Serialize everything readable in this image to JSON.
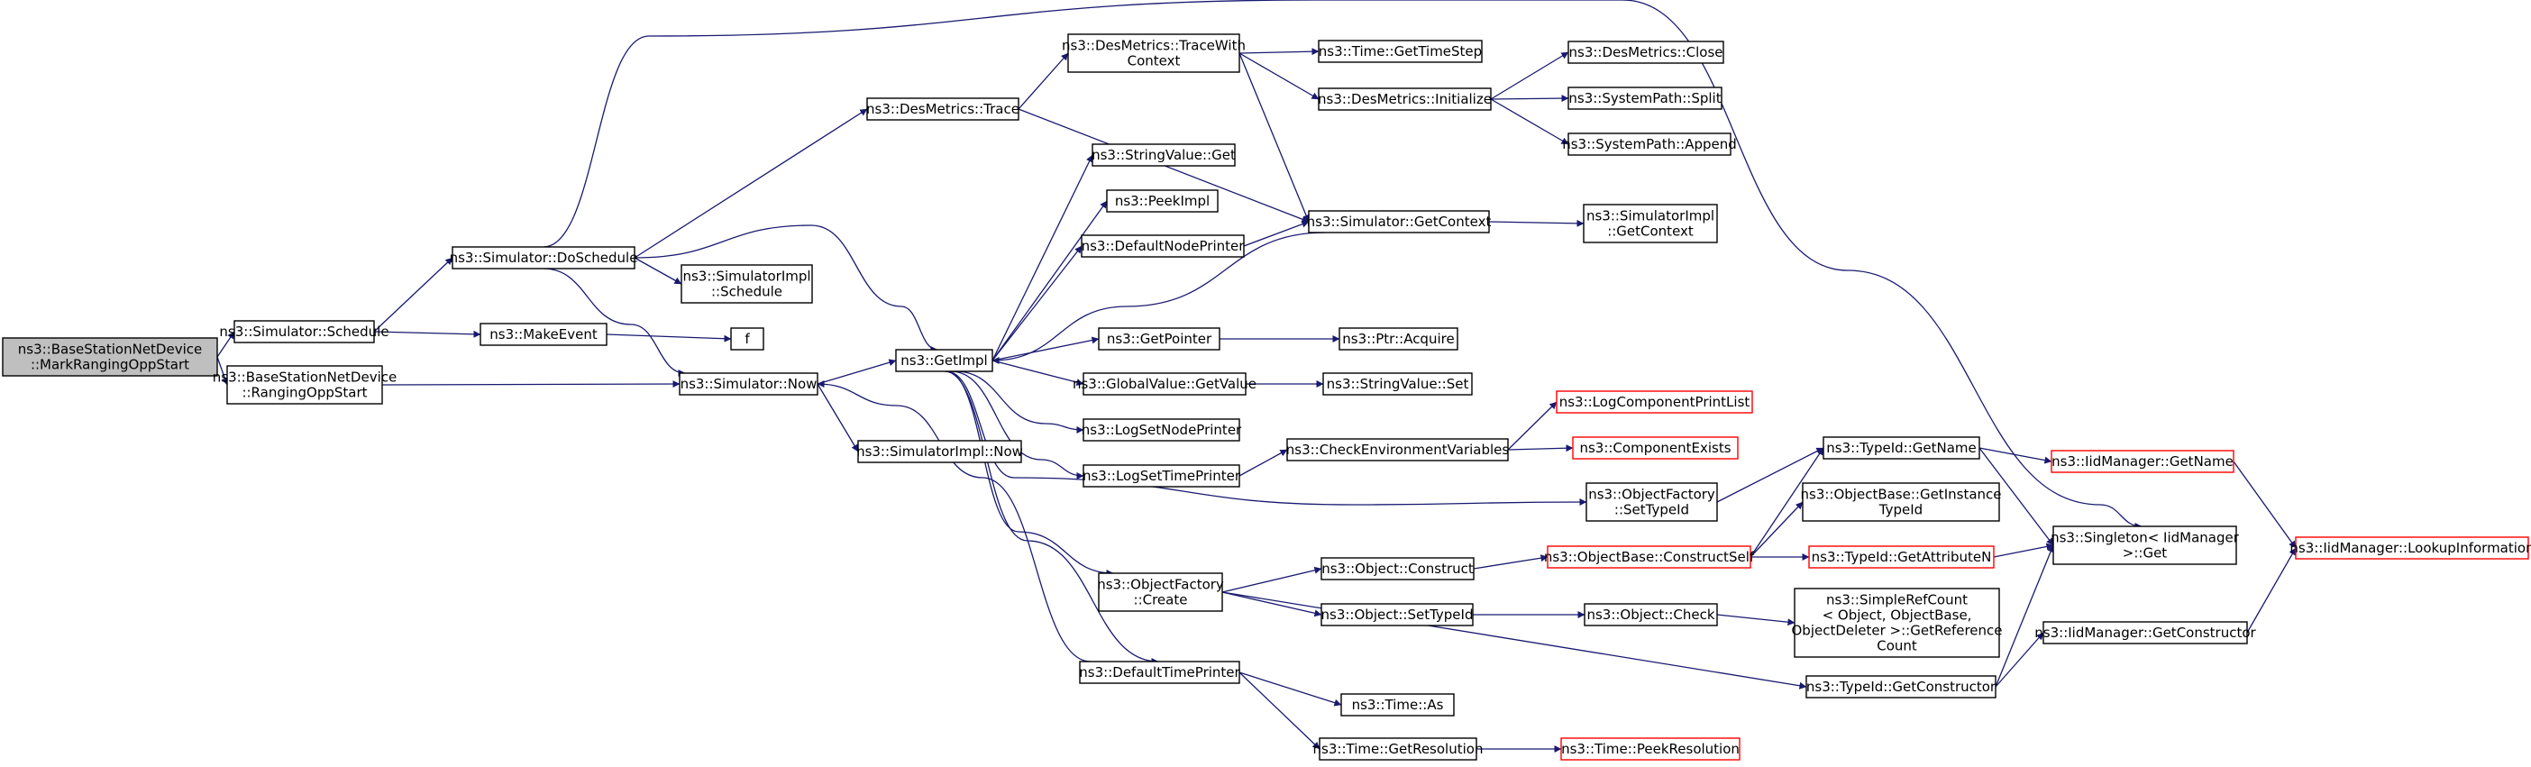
{
  "graph": {
    "colors": {
      "edge": "#191970",
      "node_border": "#000000",
      "truncated_node_border": "#ff0000",
      "root_fill": "#bfbfbf",
      "background": "#ffffff"
    },
    "nodes": [
      {
        "id": "root",
        "lines": [
          "ns3::BaseStationNetDevice",
          "::MarkRangingOppStart"
        ],
        "style": "root"
      },
      {
        "id": "schedule",
        "lines": [
          "ns3::Simulator::Schedule"
        ]
      },
      {
        "id": "rangingStart",
        "lines": [
          "ns3::BaseStationNetDevice",
          "::RangingOppStart"
        ]
      },
      {
        "id": "doSchedule",
        "lines": [
          "ns3::Simulator::DoSchedule"
        ]
      },
      {
        "id": "makeEvent",
        "lines": [
          "ns3::MakeEvent"
        ]
      },
      {
        "id": "now",
        "lines": [
          "ns3::Simulator::Now"
        ]
      },
      {
        "id": "implSchedule",
        "lines": [
          "ns3::SimulatorImpl",
          "::Schedule"
        ]
      },
      {
        "id": "f",
        "lines": [
          "f"
        ]
      },
      {
        "id": "implNow",
        "lines": [
          "ns3::SimulatorImpl::Now"
        ]
      },
      {
        "id": "desTrace",
        "lines": [
          "ns3::DesMetrics::Trace"
        ]
      },
      {
        "id": "getImpl",
        "lines": [
          "ns3::GetImpl"
        ]
      },
      {
        "id": "traceWith",
        "lines": [
          "ns3::DesMetrics::TraceWith",
          "Context"
        ]
      },
      {
        "id": "strGet",
        "lines": [
          "ns3::StringValue::Get"
        ]
      },
      {
        "id": "peekImpl",
        "lines": [
          "ns3::PeekImpl"
        ]
      },
      {
        "id": "defNodePrinter",
        "lines": [
          "ns3::DefaultNodePrinter"
        ]
      },
      {
        "id": "getPointer",
        "lines": [
          "ns3::GetPointer"
        ]
      },
      {
        "id": "gvGet",
        "lines": [
          "ns3::GlobalValue::GetValue"
        ]
      },
      {
        "id": "logSetNode",
        "lines": [
          "ns3::LogSetNodePrinter"
        ]
      },
      {
        "id": "logSetTime",
        "lines": [
          "ns3::LogSetTimePrinter"
        ]
      },
      {
        "id": "ofCreate",
        "lines": [
          "ns3::ObjectFactory",
          "::Create"
        ]
      },
      {
        "id": "defTimePrinter",
        "lines": [
          "ns3::DefaultTimePrinter"
        ]
      },
      {
        "id": "getTimeStep",
        "lines": [
          "ns3::Time::GetTimeStep"
        ]
      },
      {
        "id": "desInit",
        "lines": [
          "ns3::DesMetrics::Initialize"
        ]
      },
      {
        "id": "getContext",
        "lines": [
          "ns3::Simulator::GetContext"
        ]
      },
      {
        "id": "ptrAcquire",
        "lines": [
          "ns3::Ptr::Acquire"
        ]
      },
      {
        "id": "strSet",
        "lines": [
          "ns3::StringValue::Set"
        ]
      },
      {
        "id": "checkEnv",
        "lines": [
          "ns3::CheckEnvironmentVariables"
        ]
      },
      {
        "id": "ofSetTypeId",
        "lines": [
          "ns3::ObjectFactory",
          "::SetTypeId"
        ]
      },
      {
        "id": "objConstruct",
        "lines": [
          "ns3::Object::Construct"
        ]
      },
      {
        "id": "objSetTypeId",
        "lines": [
          "ns3::Object::SetTypeId"
        ]
      },
      {
        "id": "timeAs",
        "lines": [
          "ns3::Time::As"
        ]
      },
      {
        "id": "getRes",
        "lines": [
          "ns3::Time::GetResolution"
        ]
      },
      {
        "id": "desClose",
        "lines": [
          "ns3::DesMetrics::Close"
        ]
      },
      {
        "id": "spSplit",
        "lines": [
          "ns3::SystemPath::Split"
        ]
      },
      {
        "id": "spAppend",
        "lines": [
          "ns3::SystemPath::Append"
        ]
      },
      {
        "id": "implGetCtx",
        "lines": [
          "ns3::SimulatorImpl",
          "::GetContext"
        ]
      },
      {
        "id": "logCompList",
        "lines": [
          "ns3::LogComponentPrintList"
        ],
        "style": "red"
      },
      {
        "id": "compExists",
        "lines": [
          "ns3::ComponentExists"
        ],
        "style": "red"
      },
      {
        "id": "constructSelf",
        "lines": [
          "ns3::ObjectBase::ConstructSelf"
        ],
        "style": "red"
      },
      {
        "id": "objCheck",
        "lines": [
          "ns3::Object::Check"
        ]
      },
      {
        "id": "peekRes",
        "lines": [
          "ns3::Time::PeekResolution"
        ],
        "style": "red"
      },
      {
        "id": "tidGetName",
        "lines": [
          "ns3::TypeId::GetName"
        ]
      },
      {
        "id": "obGetInstance",
        "lines": [
          "ns3::ObjectBase::GetInstance",
          "TypeId"
        ]
      },
      {
        "id": "tidGetAttr",
        "lines": [
          "ns3::TypeId::GetAttributeN"
        ],
        "style": "red"
      },
      {
        "id": "simpleRef",
        "lines": [
          "ns3::SimpleRefCount",
          "< Object, ObjectBase,",
          "ObjectDeleter >::GetReference",
          "Count"
        ]
      },
      {
        "id": "tidGetCtor",
        "lines": [
          "ns3::TypeId::GetConstructor"
        ]
      },
      {
        "id": "iidGetName",
        "lines": [
          "ns3::IidManager::GetName"
        ],
        "style": "red"
      },
      {
        "id": "singletonGet",
        "lines": [
          "ns3::Singleton< IidManager",
          " >::Get"
        ]
      },
      {
        "id": "iidGetCtor",
        "lines": [
          "ns3::IidManager::GetConstructor"
        ]
      },
      {
        "id": "iidLookup",
        "lines": [
          "ns3::IidManager::LookupInformation"
        ],
        "style": "red"
      }
    ],
    "edges": [
      [
        "root",
        "schedule"
      ],
      [
        "root",
        "rangingStart"
      ],
      [
        "schedule",
        "doSchedule"
      ],
      [
        "schedule",
        "makeEvent"
      ],
      [
        "rangingStart",
        "now"
      ],
      [
        "doSchedule",
        "desTrace"
      ],
      [
        "doSchedule",
        "implSchedule"
      ],
      [
        "doSchedule",
        "getImpl"
      ],
      [
        "doSchedule",
        "now"
      ],
      [
        "doSchedule",
        "singletonGet"
      ],
      [
        "makeEvent",
        "f"
      ],
      [
        "now",
        "getImpl"
      ],
      [
        "now",
        "implNow"
      ],
      [
        "desTrace",
        "traceWith"
      ],
      [
        "desTrace",
        "getContext"
      ],
      [
        "traceWith",
        "getTimeStep"
      ],
      [
        "traceWith",
        "desInit"
      ],
      [
        "traceWith",
        "getContext"
      ],
      [
        "desInit",
        "desClose"
      ],
      [
        "desInit",
        "spSplit"
      ],
      [
        "desInit",
        "spAppend"
      ],
      [
        "getImpl",
        "strGet"
      ],
      [
        "getImpl",
        "peekImpl"
      ],
      [
        "getImpl",
        "defNodePrinter"
      ],
      [
        "getImpl",
        "getPointer"
      ],
      [
        "getImpl",
        "gvGet"
      ],
      [
        "getImpl",
        "logSetNode"
      ],
      [
        "getImpl",
        "logSetTime"
      ],
      [
        "getImpl",
        "ofSetTypeId"
      ],
      [
        "getImpl",
        "ofCreate"
      ],
      [
        "getImpl",
        "defTimePrinter"
      ],
      [
        "getContext",
        "getImpl"
      ],
      [
        "getContext",
        "implGetCtx"
      ],
      [
        "defNodePrinter",
        "getContext"
      ],
      [
        "getPointer",
        "ptrAcquire"
      ],
      [
        "gvGet",
        "strSet"
      ],
      [
        "logSetTime",
        "checkEnv"
      ],
      [
        "checkEnv",
        "logCompList"
      ],
      [
        "checkEnv",
        "compExists"
      ],
      [
        "ofSetTypeId",
        "tidGetName"
      ],
      [
        "ofCreate",
        "objConstruct"
      ],
      [
        "ofCreate",
        "objSetTypeId"
      ],
      [
        "ofCreate",
        "tidGetCtor"
      ],
      [
        "objConstruct",
        "constructSelf"
      ],
      [
        "constructSelf",
        "tidGetName"
      ],
      [
        "constructSelf",
        "obGetInstance"
      ],
      [
        "constructSelf",
        "tidGetAttr"
      ],
      [
        "objSetTypeId",
        "objCheck"
      ],
      [
        "objCheck",
        "simpleRef"
      ],
      [
        "defTimePrinter",
        "now"
      ],
      [
        "defTimePrinter",
        "timeAs"
      ],
      [
        "defTimePrinter",
        "getRes"
      ],
      [
        "getRes",
        "peekRes"
      ],
      [
        "tidGetName",
        "iidGetName"
      ],
      [
        "tidGetName",
        "singletonGet"
      ],
      [
        "tidGetAttr",
        "singletonGet"
      ],
      [
        "tidGetCtor",
        "iidGetCtor"
      ],
      [
        "tidGetCtor",
        "singletonGet"
      ],
      [
        "iidGetName",
        "iidLookup"
      ],
      [
        "iidGetCtor",
        "iidLookup"
      ]
    ]
  }
}
